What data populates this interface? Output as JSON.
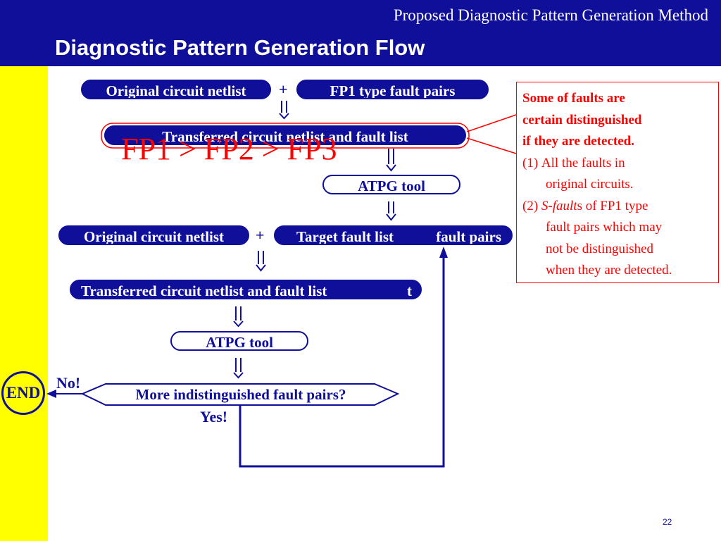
{
  "header": {
    "section_title": "Proposed Diagnostic Pattern Generation Method",
    "slide_title": "Diagnostic Pattern Generation Flow"
  },
  "flow": {
    "step1": {
      "netlist": "Original circuit netlist",
      "plus": "+",
      "faults": "FP1 type fault pairs"
    },
    "step2": {
      "transferred": "Transferred circuit netlist and fault list"
    },
    "step3": {
      "atpg": "ATPG tool"
    },
    "step4": {
      "netlist": "Original circuit netlist",
      "plus": "+",
      "faults": "Target fault list",
      "faults_behind": "fault pairs"
    },
    "step5": {
      "transferred": "Transferred circuit netlist and fault list",
      "trailing": "t"
    },
    "step6": {
      "atpg": "ATPG tool"
    },
    "decision": {
      "question": "More indistinguished fault pairs?",
      "no_label": "No!",
      "yes_label": "Yes!"
    },
    "end_label": "END",
    "overlay_text": "FP1 > FP2 > FP3"
  },
  "note": {
    "line1": "Some of faults are",
    "line2": "certain distinguished",
    "line3": "if they are detected.",
    "item1_num": "(1)",
    "item1_a": "All the faults in",
    "item1_b": "original circuits.",
    "item2_num": "(2)",
    "item2_italic": "S-fault",
    "item2_a": "s of FP1 type",
    "item2_b": "fault pairs which may",
    "item2_c": "not be distinguished",
    "item2_d": "when they are detected."
  },
  "page_number": "22",
  "colors": {
    "navy": "#0f0f9a",
    "yellow": "#ffff00",
    "red": "#ff0000"
  }
}
